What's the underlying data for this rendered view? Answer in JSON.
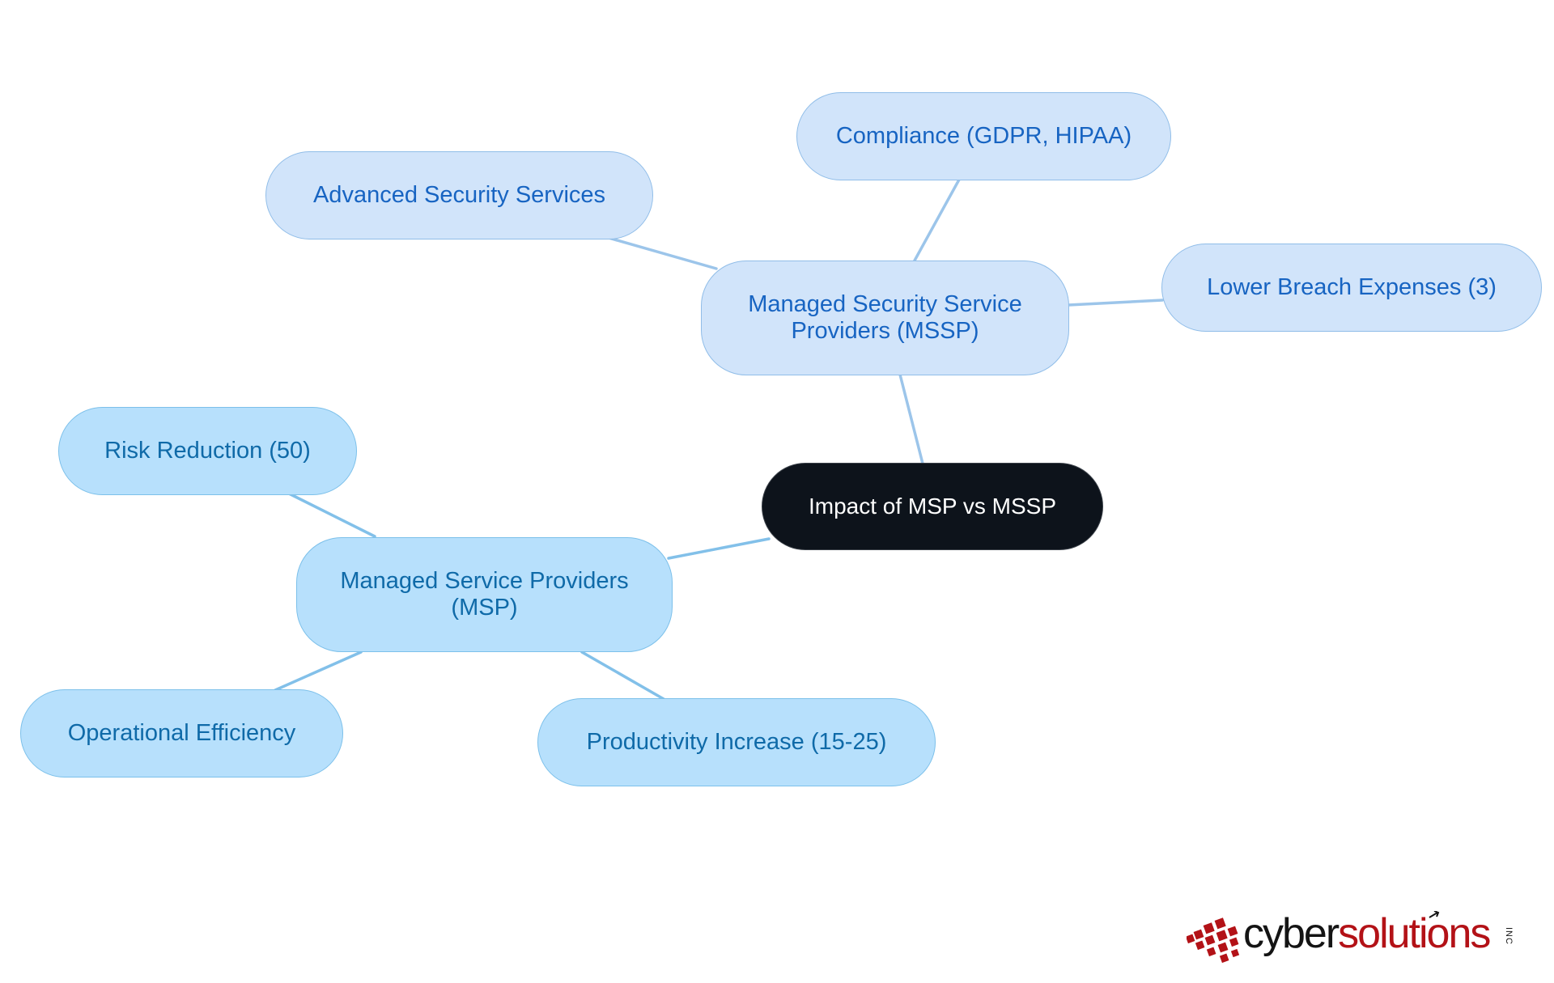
{
  "diagram": {
    "root": {
      "label": "Impact of MSP vs MSSP"
    },
    "branches": [
      {
        "id": "mssp",
        "label": "Managed Security Service Providers (MSSP)",
        "children": [
          {
            "label": "Compliance (GDPR, HIPAA)"
          },
          {
            "label": "Advanced Security Services"
          },
          {
            "label": "Lower Breach Expenses (3)"
          }
        ]
      },
      {
        "id": "msp",
        "label": "Managed Service Providers (MSP)",
        "children": [
          {
            "label": "Risk Reduction (50)"
          },
          {
            "label": "Operational Efficiency"
          },
          {
            "label": "Productivity Increase (15-25)"
          }
        ]
      }
    ]
  },
  "logo": {
    "text_dark": "cyber",
    "text_red": "solutions",
    "suffix": "INC"
  },
  "colors": {
    "root_fill": "#0d131b",
    "mssp_fill": "#d1e4fa",
    "mssp_text": "#1764c2",
    "msp_fill": "#b7e0fc",
    "msp_text": "#0f6aa8",
    "edge": "#9cc5ea",
    "logo_red": "#b31217"
  }
}
